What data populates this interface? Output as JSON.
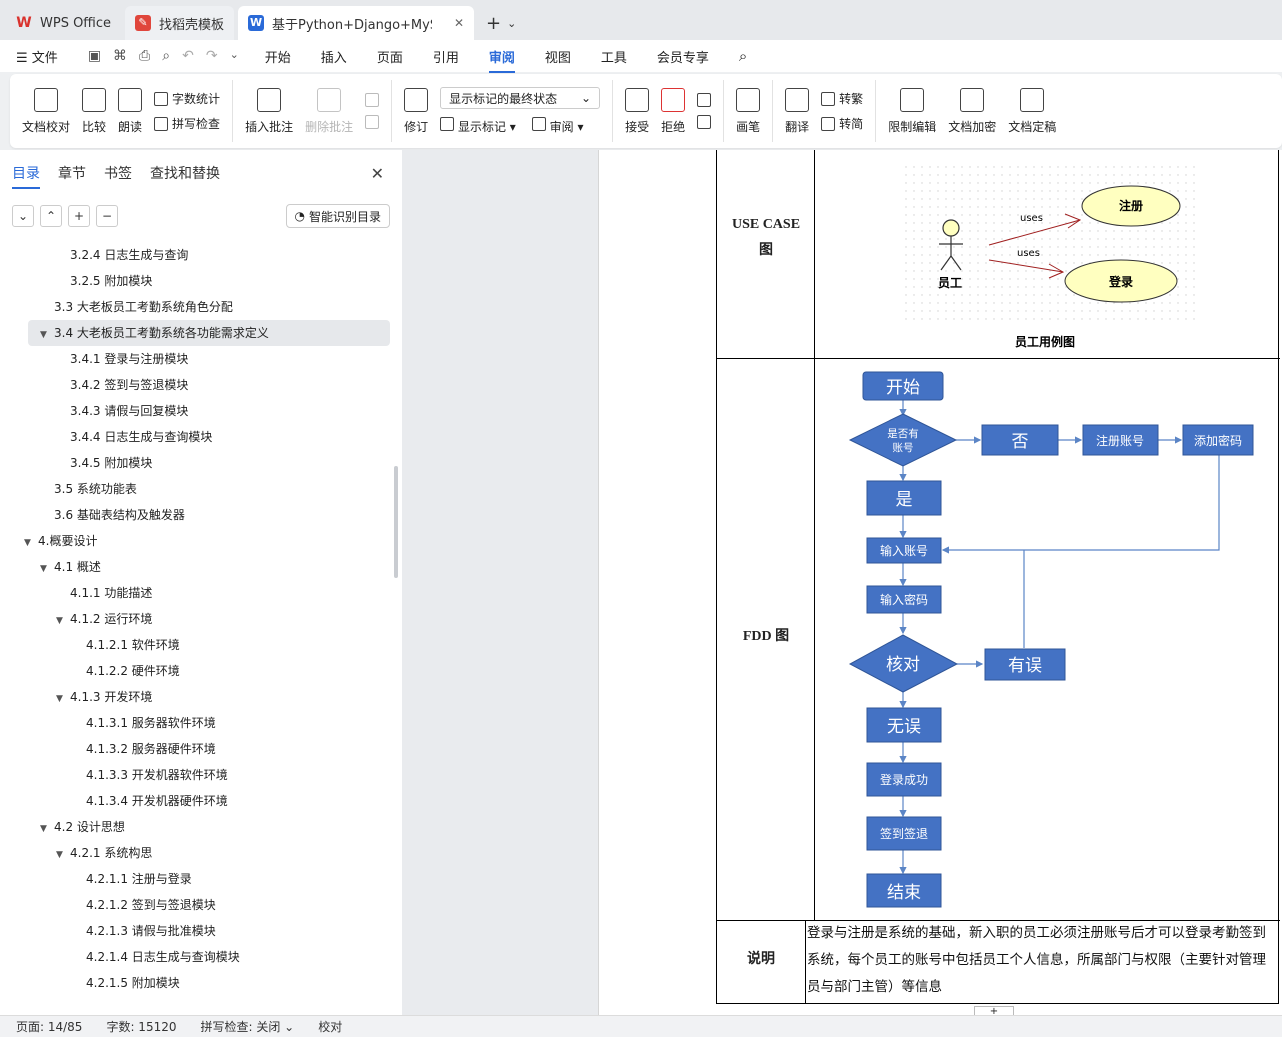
{
  "tabs": [
    {
      "label": "WPS Office",
      "icon": "wps-logo-icon",
      "color": "#d9322d"
    },
    {
      "label": "找稻壳模板",
      "icon": "daoke-icon",
      "color": "#e0463c"
    },
    {
      "label": "基于Python+Django+MySQ",
      "icon": "word-doc-icon",
      "color": "#2a6ad8"
    }
  ],
  "menu": {
    "file": "文件",
    "items": [
      "开始",
      "插入",
      "页面",
      "引用",
      "审阅",
      "视图",
      "工具",
      "会员专享"
    ],
    "active": "审阅"
  },
  "ribbon": {
    "proofread": "文档校对",
    "compare": "比较",
    "readaloud": "朗读",
    "wordcount": "字数统计",
    "spellcheck": "拼写检查",
    "insert_comment": "插入批注",
    "delete_comment": "删除批注",
    "revise": "修订",
    "markup_state": "显示标记的最终状态",
    "show_markup": "显示标记",
    "review": "审阅",
    "accept": "接受",
    "reject": "拒绝",
    "pen": "画笔",
    "translate": "翻译",
    "to_traditional": "转繁",
    "to_simplified": "转简",
    "restrict_edit": "限制编辑",
    "encrypt": "文档加密",
    "finalize": "文档定稿"
  },
  "nav": {
    "tabs": [
      "目录",
      "章节",
      "书签",
      "查找和替换"
    ],
    "smart_toc": "智能识别目录",
    "toc": [
      {
        "label": "3.2.4 日志生成与查询",
        "level": 3,
        "tri": ""
      },
      {
        "label": "3.2.5 附加模块",
        "level": 3,
        "tri": ""
      },
      {
        "label": "3.3 大老板员工考勤系统角色分配",
        "level": 2,
        "tri": ""
      },
      {
        "label": "3.4 大老板员工考勤系统各功能需求定义",
        "level": 2,
        "tri": "▼",
        "selected": true
      },
      {
        "label": "3.4.1 登录与注册模块",
        "level": 3,
        "tri": ""
      },
      {
        "label": "3.4.2 签到与签退模块",
        "level": 3,
        "tri": ""
      },
      {
        "label": "3.4.3 请假与回复模块",
        "level": 3,
        "tri": ""
      },
      {
        "label": "3.4.4 日志生成与查询模块",
        "level": 3,
        "tri": ""
      },
      {
        "label": "3.4.5 附加模块",
        "level": 3,
        "tri": ""
      },
      {
        "label": "3.5 系统功能表",
        "level": 2,
        "tri": ""
      },
      {
        "label": "3.6 基础表结构及触发器",
        "level": 2,
        "tri": ""
      },
      {
        "label": "4.概要设计",
        "level": 1,
        "tri": "▼"
      },
      {
        "label": "4.1 概述",
        "level": 2,
        "tri": "▼"
      },
      {
        "label": "4.1.1 功能描述",
        "level": 3,
        "tri": ""
      },
      {
        "label": "4.1.2 运行环境",
        "level": 3,
        "tri": "▼"
      },
      {
        "label": "4.1.2.1 软件环境",
        "level": 4,
        "tri": ""
      },
      {
        "label": "4.1.2.2 硬件环境",
        "level": 4,
        "tri": ""
      },
      {
        "label": "4.1.3 开发环境",
        "level": 3,
        "tri": "▼"
      },
      {
        "label": "4.1.3.1 服务器软件环境",
        "level": 4,
        "tri": ""
      },
      {
        "label": "4.1.3.2 服务器硬件环境",
        "level": 4,
        "tri": ""
      },
      {
        "label": "4.1.3.3 开发机器软件环境",
        "level": 4,
        "tri": ""
      },
      {
        "label": "4.1.3.4 开发机器硬件环境",
        "level": 4,
        "tri": ""
      },
      {
        "label": "4.2 设计思想",
        "level": 2,
        "tri": "▼"
      },
      {
        "label": "4.2.1 系统构思",
        "level": 3,
        "tri": "▼"
      },
      {
        "label": "4.2.1.1 注册与登录",
        "level": 4,
        "tri": ""
      },
      {
        "label": "4.2.1.2 签到与签退模块",
        "level": 4,
        "tri": ""
      },
      {
        "label": "4.2.1.3 请假与批准模块",
        "level": 4,
        "tri": ""
      },
      {
        "label": "4.2.1.4 日志生成与查询模块",
        "level": 4,
        "tri": ""
      },
      {
        "label": "4.2.1.5 附加模块",
        "level": 4,
        "tri": ""
      }
    ]
  },
  "doc": {
    "usecase_label": "USE CASE 图",
    "usecase": {
      "actor": "员工",
      "uses1": "uses",
      "uses2": "uses",
      "case1": "注册",
      "case2": "登录",
      "caption": "员工用例图"
    },
    "fdd_label": "FDD 图",
    "fdd": {
      "start": "开始",
      "has_account": [
        "是否有",
        "账号"
      ],
      "no": "否",
      "register": "注册账号",
      "add_password": "添加密码",
      "yes": "是",
      "input_account": "输入账号",
      "input_password": "输入密码",
      "check": "核对",
      "error": "有误",
      "ok": "无误",
      "login_ok": "登录成功",
      "sign": "签到签退",
      "end": "结束"
    },
    "desc_label": "说明",
    "desc_text": "登录与注册是系统的基础，新入职的员工必须注册账号后才可以登录考勤签到系统，每个员工的账号中包括员工个人信息，所属部门与权限（主要针对管理员与部门主管）等信息"
  },
  "status": {
    "page": "页面: 14/85",
    "words": "字数: 15120",
    "spell": "拼写检查: 关闭",
    "proof": "校对"
  },
  "colors": {
    "accent": "#2a6ad8",
    "flow_fill": "#4472c4",
    "flow_stroke": "#2f5597",
    "usecase_fill": "#ffffc0"
  }
}
